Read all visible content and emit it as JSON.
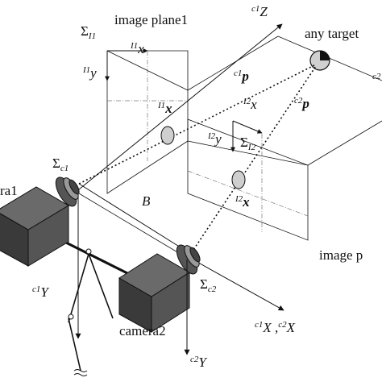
{
  "labels": {
    "image_plane1": "image plane1",
    "image_plane2": "image p",
    "any_target": "any target",
    "camera1": "ra1",
    "camera2": "camera2",
    "baseline": "B",
    "sigma_I1": {
      "main": "Σ",
      "sub": "I1"
    },
    "sigma_I2": {
      "main": "Σ",
      "sub": "I2"
    },
    "sigma_c1": {
      "main": "Σ",
      "sub": "c1"
    },
    "sigma_c2": {
      "main": "Σ",
      "sub": "c2"
    },
    "I1x": {
      "sup": "I1",
      "main": "x"
    },
    "I1y": {
      "sup": "I1",
      "main": "y"
    },
    "I2x_axis": {
      "sup": "I2",
      "main": "x"
    },
    "I2y": {
      "sup": "I2",
      "main": "y"
    },
    "c1Z": {
      "sup": "c1",
      "main": "Z"
    },
    "c1p": {
      "sup": "c1",
      "main": "p"
    },
    "c2p": {
      "sup": "c2",
      "main": "p"
    },
    "I1x_point": {
      "sup": "I1",
      "main": "x"
    },
    "I2x_point": {
      "sup": "I2",
      "main": "x"
    },
    "c1Y": {
      "sup": "c1",
      "main": "Y"
    },
    "c2Y": {
      "sup": "c2",
      "main": "Y"
    },
    "c1X": {
      "sup": "c1",
      "main": "X"
    },
    "comma": " ,",
    "c2X": {
      "sup": "c2",
      "main": "X"
    },
    "c2_edge": "c2"
  },
  "colors": {
    "ink": "#111111",
    "target_fill": "#d0d0d0",
    "camera_body": "#4a4a4a",
    "camera_dark": "#2a2a2a",
    "point_fill": "#cfcfcf"
  }
}
